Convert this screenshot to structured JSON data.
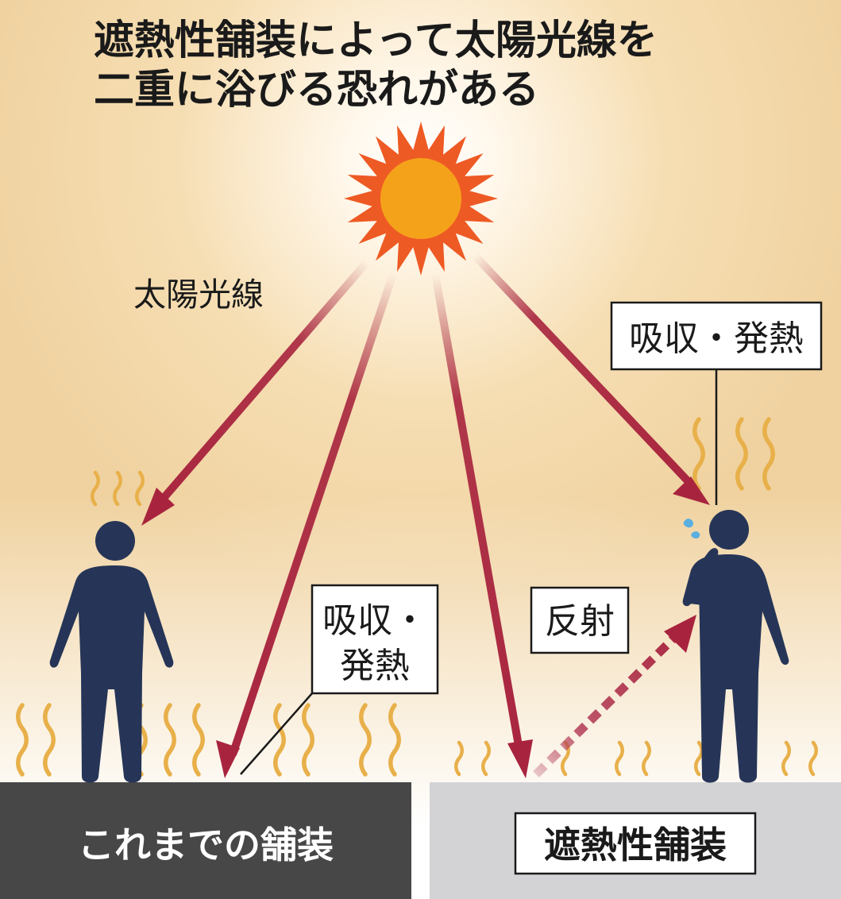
{
  "title": {
    "line1": "遮熱性舗装によって太陽光線を",
    "line2": "二重に浴びる恐れがある"
  },
  "labels": {
    "sunlight": "太陽光線",
    "absorb_right": "吸収・発熱",
    "absorb_left_line1": "吸収・",
    "absorb_left_line2": "発熱",
    "reflect": "反射"
  },
  "pavements": {
    "conventional": "これまでの舗装",
    "heat_shield": "遮熱性舗装"
  },
  "colors": {
    "arrow": "#a8243e",
    "person": "#263557",
    "heat_wave": "#e8b04a",
    "sun_rays": "#ee5a24",
    "sun_core": "#f5a21b",
    "conventional_pavement": "#474747",
    "heat_shield_pavement": "#d3d3d5"
  }
}
